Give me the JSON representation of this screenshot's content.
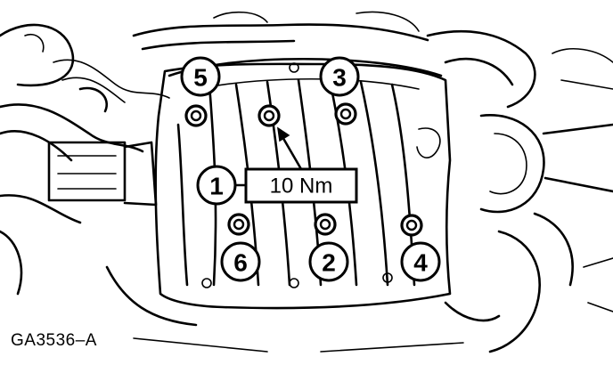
{
  "figure": {
    "id_label": "GA3536–A"
  },
  "callouts": {
    "c1": "1",
    "c2": "2",
    "c3": "3",
    "c4": "4",
    "c5": "5",
    "c6": "6"
  },
  "torque": {
    "label": "10 Nm"
  },
  "colors": {
    "ink": "#000000",
    "background": "#ffffff"
  }
}
